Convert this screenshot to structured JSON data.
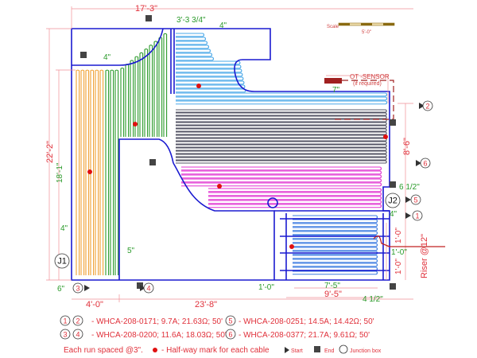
{
  "colors": {
    "wall": "#1a1ad0",
    "dimension": "#e85a60",
    "green_dim": "#2a9a2a",
    "cable_orange": "#f0a030",
    "cable_green": "#2a9a2a",
    "cable_lightblue": "#4aa8e8",
    "cable_gray": "#555566",
    "cable_magenta": "#e030d0",
    "cable_blue": "#3a7ae0",
    "halfway_mark": "#e01010",
    "end_marker": "#444444",
    "sensor": "#a02020"
  },
  "scale": {
    "label": "Scale",
    "value": "5'-0\""
  },
  "sensor": {
    "line1": "OT -SENSOR",
    "line2": "(if required)"
  },
  "dimensions": {
    "top_width": "17'-3\"",
    "top_inner": "3'-3 3/4\"",
    "top_gap": "4\"",
    "left_gap": "4\"",
    "left_height": "22'-2\"",
    "left_inner_height": "18'-1\"",
    "left_small": "4\"",
    "inner_wall": "5\"",
    "bottom_left_offset": "6\"",
    "bottom_left": "4'-0\"",
    "bottom_total": "23'-8\"",
    "right_top": "7\"",
    "right_height": "8'-6\"",
    "right_6_half": "6 1/2\"",
    "right_4": "4\"",
    "bottom_zone_1": "7'-5\"",
    "bottom_zone_2": "9'-5\"",
    "bottom_zone_3": "4 1/2\"",
    "bottom_1ft": "1'-0\"",
    "riser_1": "1'-0\"",
    "riser_2": "1'-0\"",
    "riser_3": "1'-0\"",
    "riser": "Riser @12\""
  },
  "markers": {
    "start_1": "1",
    "start_2": "2",
    "start_3": "3",
    "start_4": "4",
    "start_5": "5",
    "start_6": "6",
    "junction_1": "J1",
    "junction_2": "J2"
  },
  "legend": {
    "cables": [
      {
        "ids": [
          "1",
          "2"
        ],
        "text": "- WHCA-208-0171; 9.7A; 21.63Ω; 50'"
      },
      {
        "ids": [
          "3",
          "4"
        ],
        "text": "- WHCA-208-0200; 11.6A; 18.03Ω; 50'"
      },
      {
        "ids": [
          "5"
        ],
        "text": "- WHCA-208-0251; 14.5A; 14.42Ω; 50'"
      },
      {
        "ids": [
          "6"
        ],
        "text": "- WHCA-208-0377; 21.7A; 9.61Ω; 50'"
      }
    ],
    "spacing": "Each run spaced @3\".",
    "halfway": "- Half-way mark for each cable",
    "start": "Start",
    "end": "End",
    "junction": "Junction box"
  }
}
